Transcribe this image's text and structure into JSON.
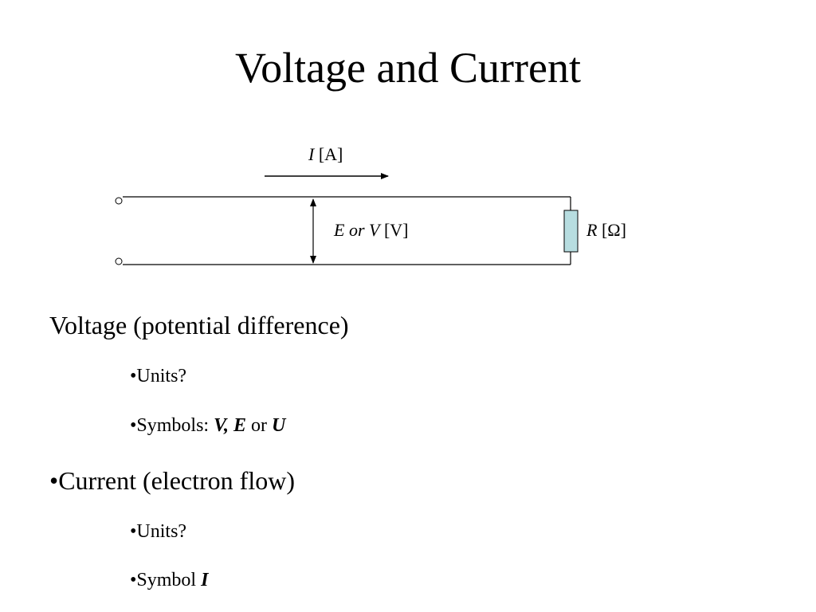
{
  "slide": {
    "title": "Voltage and Current"
  },
  "diagram": {
    "current_symbol": "I",
    "current_unit": "[A]",
    "voltage_symbol": "E or V",
    "voltage_unit": "[V]",
    "resistance_symbol": "R",
    "resistance_unit": "[Ω]",
    "resistor_fill": "#b7dde0"
  },
  "content": {
    "voltage_heading": "Voltage (potential difference)",
    "voltage_units": "•Units?",
    "voltage_symbols_prefix": "•Symbols: ",
    "voltage_symbol_v": "V,",
    "voltage_symbol_e": "E",
    "voltage_symbols_or": " or ",
    "voltage_symbol_u": "U",
    "current_heading": "•Current (electron flow)",
    "current_units": "•Units?",
    "current_symbol_prefix": "•Symbol ",
    "current_symbol_i": "I"
  }
}
